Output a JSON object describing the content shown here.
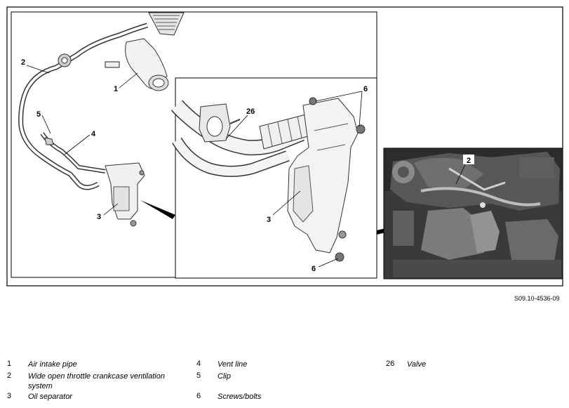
{
  "figure": {
    "reference": "S09.10-4536-09",
    "callouts": {
      "left_1": "1",
      "left_2": "2",
      "left_3": "3",
      "left_4": "4",
      "left_5": "5",
      "detail_26": "26",
      "detail_3": "3",
      "detail_6_top": "6",
      "detail_6_bottom": "6",
      "photo_2": "2"
    }
  },
  "legend": [
    {
      "num": "1",
      "text": "Air intake pipe"
    },
    {
      "num": "2",
      "text": "Wide open throttle crankcase ventilation system"
    },
    {
      "num": "3",
      "text": "Oil separator"
    },
    {
      "num": "4",
      "text": "Vent line"
    },
    {
      "num": "5",
      "text": "Clip"
    },
    {
      "num": "6",
      "text": "Screws/bolts"
    },
    {
      "num": "26",
      "text": "Valve"
    }
  ]
}
